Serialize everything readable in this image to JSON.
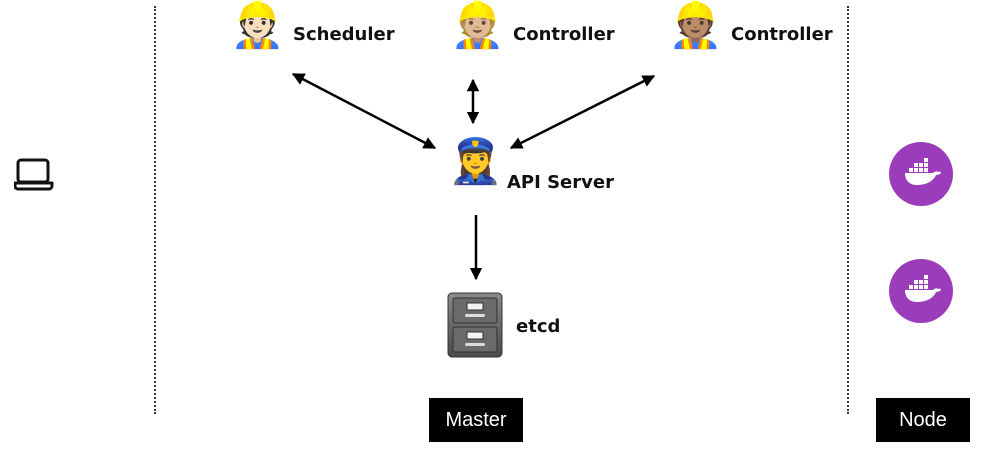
{
  "diagram": {
    "components": {
      "scheduler": {
        "label": "Scheduler",
        "icon": "construction-worker-icon"
      },
      "controller_1": {
        "label": "Controller",
        "icon": "construction-worker-icon"
      },
      "controller_2": {
        "label": "Controller",
        "icon": "construction-worker-icon"
      },
      "api_server": {
        "label": "API Server",
        "icon": "police-officer-icon"
      },
      "etcd": {
        "label": "etcd",
        "icon": "file-cabinet-icon"
      }
    },
    "client": {
      "icon": "laptop-icon"
    },
    "nodes": [
      {
        "icon": "docker-whale-icon"
      },
      {
        "icon": "docker-whale-icon"
      }
    ],
    "sections": {
      "master": "Master",
      "node": "Node"
    },
    "edges": [
      {
        "from": "scheduler",
        "to": "api_server",
        "direction": "both"
      },
      {
        "from": "controller_1",
        "to": "api_server",
        "direction": "both"
      },
      {
        "from": "controller_2",
        "to": "api_server",
        "direction": "both"
      },
      {
        "from": "api_server",
        "to": "etcd",
        "direction": "forward"
      }
    ],
    "colors": {
      "docker_circle": "#9b3dbb",
      "tag_background": "#000000",
      "tag_text": "#ffffff"
    }
  }
}
